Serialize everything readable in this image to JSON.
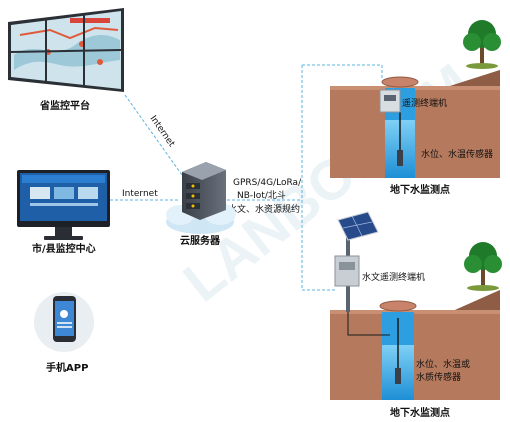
{
  "nodes": {
    "provincial_platform": "省监控平台",
    "city_center": "市/县监控中心",
    "mobile_app": "手机APP",
    "cloud_server": "云服务器",
    "site_top": "地下水监测点",
    "site_bottom": "地下水监测点",
    "terminal_top": "遥测终端机",
    "terminal_bottom": "水文遥测终端机",
    "sensor_top": "水位、水温传感器",
    "sensor_bottom_1": "水位、水温或",
    "sensor_bottom_2": "水质传感器"
  },
  "links": {
    "internet_top": "Internet",
    "internet_left": "Internet",
    "protocol_1": "GPRS/4G/LoRa/",
    "protocol_2": "NB-Iot/北斗",
    "protocol_3": "水文、水资源规约"
  },
  "watermark": "LANBO.COM",
  "colors": {
    "soil": "#b57a5e",
    "soil_dark": "#8f5c46",
    "water": "#2d9ee0",
    "link": "#5bb5e0",
    "tree": "#1f7a2a"
  }
}
